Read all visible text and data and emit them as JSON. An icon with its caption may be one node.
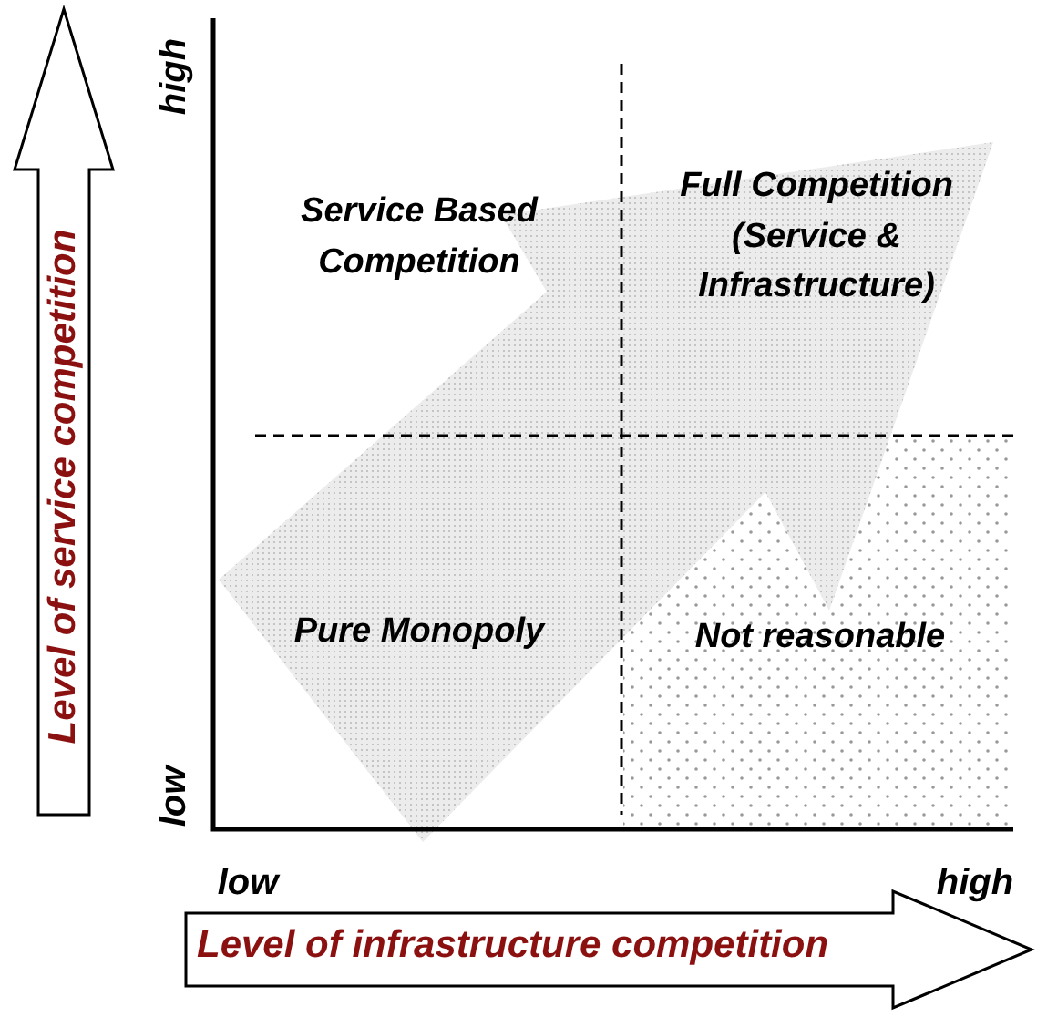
{
  "diagram": {
    "nodes": [
      {
        "text": [
          "Level of service competition"
        ]
      },
      {
        "text": [
          "Level of infrastructure competition"
        ]
      }
    ],
    "labels": [
      "high",
      "Service Based Competition",
      "Full Competition (Service & Infrastructure)",
      "Pure Monopoly",
      "Not reasonable",
      "low",
      "low",
      "high"
    ]
  }
}
